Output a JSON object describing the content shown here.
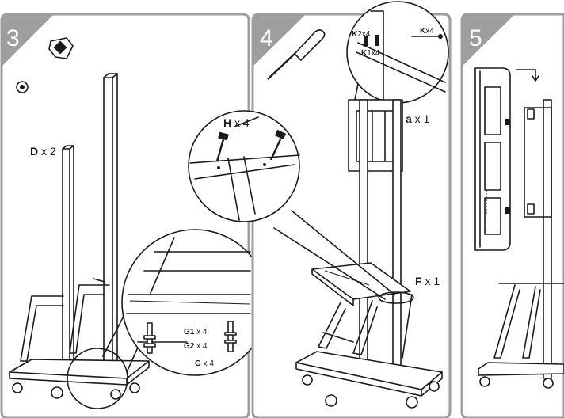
{
  "panels": [
    {
      "step": "3",
      "tool_icon": "wrench-icon",
      "labels": {
        "D": {
          "letter": "D",
          "qty": " x 2"
        },
        "G1": {
          "letter": "G1",
          "qty": " x 4"
        },
        "G2": {
          "letter": "G2",
          "qty": " x 4"
        },
        "G": {
          "letter": "G",
          "qty": " x 4"
        }
      }
    },
    {
      "step": "4",
      "tool_icon": "screwdriver-icon",
      "labels": {
        "H": {
          "letter": "H",
          "qty": " x 4"
        },
        "a": {
          "letter": "a",
          "qty": " x 1"
        },
        "F": {
          "letter": "F",
          "qty": " x 1"
        },
        "K2": {
          "letter": "K",
          "sub": "2",
          "qty": "x4"
        },
        "K1": {
          "letter": "K",
          "sub": "1",
          "qty": "x4"
        },
        "K": {
          "letter": "K",
          "qty": "x4"
        }
      }
    },
    {
      "step": "5",
      "tool_icon": "",
      "labels": {}
    }
  ],
  "colors": {
    "badge": "#9e9e9e",
    "ink": "#1a1a1a",
    "panel_border": "#9e9e9e"
  }
}
